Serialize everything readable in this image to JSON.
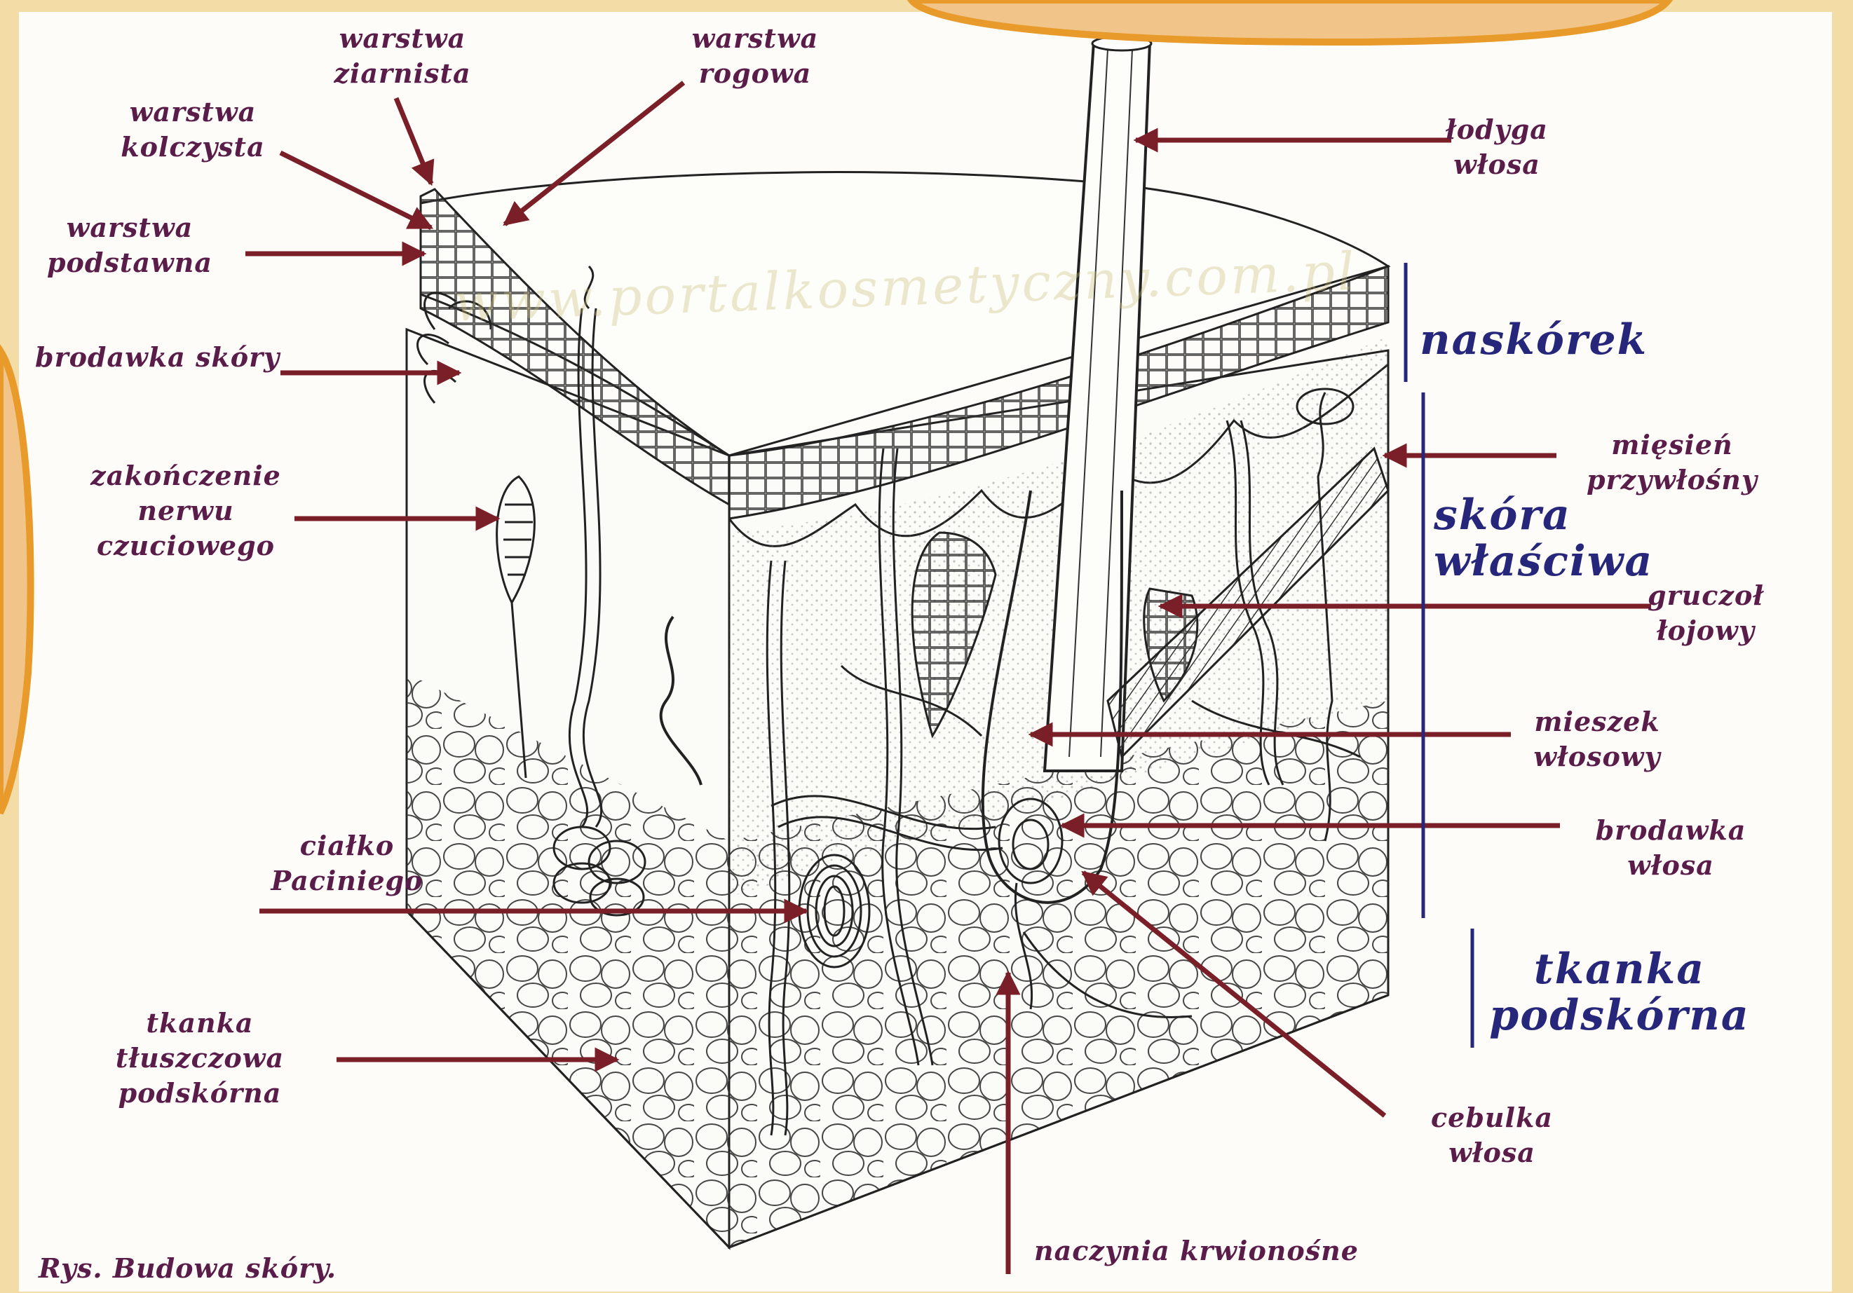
{
  "labels": {
    "warstwa_ziarnista": "warstwa\nziarnista",
    "warstwa_rogowa": "warstwa\nrogowa",
    "warstwa_kolczysta": "warstwa\nkolczysta",
    "warstwa_podstawna": "warstwa\npodstawna",
    "brodawka_skory": "brodawka skóry",
    "zakonczenie_nerwu": "zakończenie\nnerwu\nczuciowego",
    "cialko_paciniego": "ciałko\nPaciniego",
    "tkanka_tluszczowa": "tkanka\ntłuszczowa\npodskórna",
    "lodyga_wlosa": "łodyga\nwłosa",
    "miesien_przywlosny": "mięsień\nprzywłośny",
    "gruczol_lojowy": "gruczoł\nłojowy",
    "mieszek_wlosowy": "mieszek\nwłosowy",
    "brodawka_wlosa": "brodawka\nwłosa",
    "cebulka_wlosa": "cebulka\nwłosa",
    "naczynia_krwionosne": "naczynia krwionośne"
  },
  "layers": {
    "naskorek": "naskórek",
    "skora_wlasciwa": "skóra\nwłaściwa",
    "tkanka_podskorna": "tkanka\npodskórna"
  },
  "caption": "Rys. Budowa skóry.",
  "watermark": "www.portalkosmetyczny.com.pl",
  "colors": {
    "label": "#5a1d4a",
    "layer": "#26277a",
    "arrow": "#7a1f28",
    "frame": "#f3dca6",
    "accent": "#e89a2a"
  }
}
